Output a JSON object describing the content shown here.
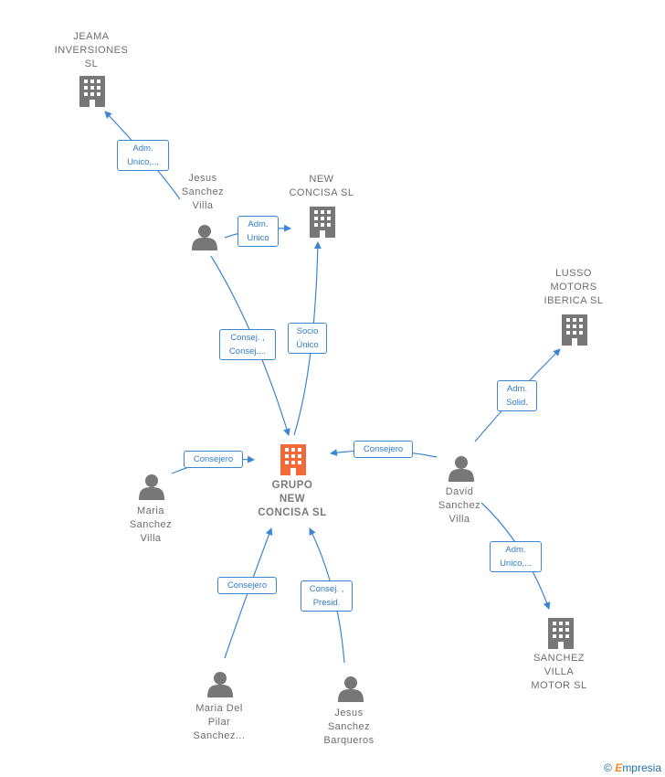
{
  "nodes": {
    "center": [
      "GRUPO",
      "NEW",
      "CONCISA  SL"
    ],
    "jeama": [
      "JEAMA",
      "INVERSIONES",
      "SL"
    ],
    "new_concisa": [
      "NEW",
      "CONCISA SL"
    ],
    "lusso": [
      "LUSSO",
      "MOTORS",
      "IBERICA  SL"
    ],
    "sanchez_villa_motor": [
      "SANCHEZ",
      "VILLA",
      "MOTOR  SL"
    ],
    "jesus_sv": [
      "Jesus",
      "Sanchez",
      "Villa"
    ],
    "david": [
      "David",
      "Sanchez",
      "Villa"
    ],
    "maria": [
      "Maria",
      "Sanchez",
      "Villa"
    ],
    "maria_pilar": [
      "Maria Del",
      "Pilar",
      "Sanchez..."
    ],
    "jesus_sb": [
      "Jesus",
      "Sanchez",
      "Barqueros"
    ]
  },
  "edges": {
    "jesus_jeama": [
      "Adm.",
      "Unico,..."
    ],
    "jesus_newconcisa": [
      "Adm.",
      "Unico"
    ],
    "jesus_center": [
      "Consej. ,",
      "Consej...."
    ],
    "newconcisa_center": [
      "Socio",
      "Único"
    ],
    "maria_center": [
      "Consejero"
    ],
    "david_center": [
      "Consejero"
    ],
    "david_lusso": [
      "Adm.",
      "Solid."
    ],
    "david_svm": [
      "Adm.",
      "Unico,..."
    ],
    "pilar_center": [
      "Consejero"
    ],
    "jesussb_center": [
      "Consej. ,",
      "Presid."
    ]
  },
  "watermark": {
    "symbol": "©",
    "brand_initial": "E",
    "brand_rest": "mpresia"
  },
  "colors": {
    "accent": "#3a86d4",
    "center_icon": "#f26a3a",
    "icon": "#777777",
    "text": "#6d6d6d"
  }
}
